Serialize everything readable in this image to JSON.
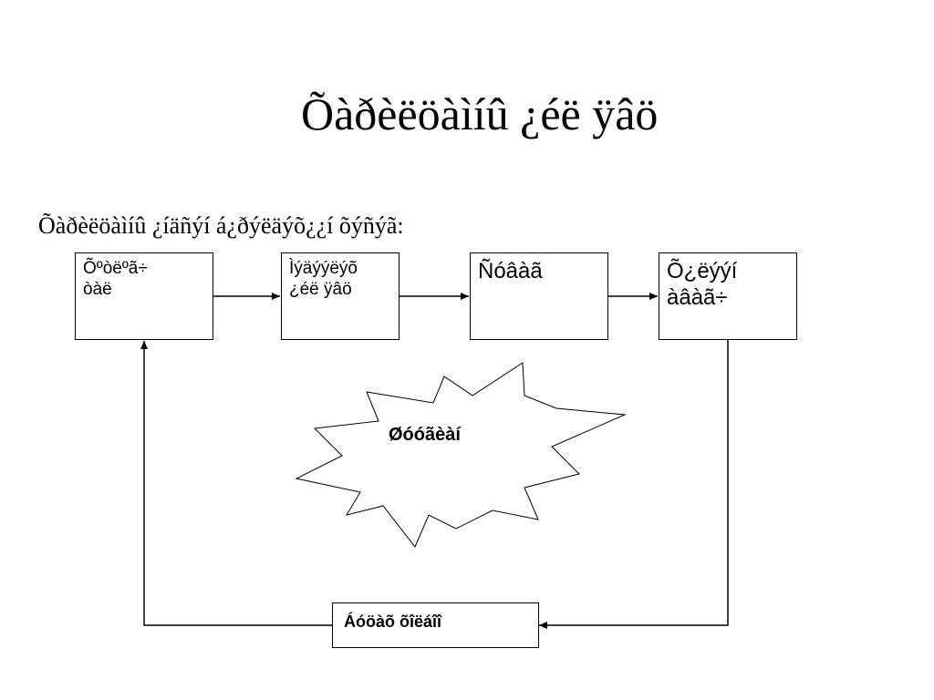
{
  "title": "Õàðèëöàìíû ¿éë ÿâö",
  "subtitle": "Õàðèëöàìíû ¿íäñýí á¿ðýëäýõ¿¿í õýñýã:",
  "boxes": {
    "sender": {
      "line1": "Õºòëºã÷",
      "line2": "òàë"
    },
    "encoder": {
      "line1": "Ìýäýýëýõ",
      "line2": "¿éë ÿâö"
    },
    "channel": {
      "line1": "Ñóâàã",
      "line2": ""
    },
    "receiver": {
      "line1": "Õ¿ëýýí",
      "line2": "àâàã÷"
    },
    "feedback": {
      "label": "Áóöàõ õîëáîî"
    }
  },
  "noise": {
    "label": "Øóóãèàí"
  }
}
